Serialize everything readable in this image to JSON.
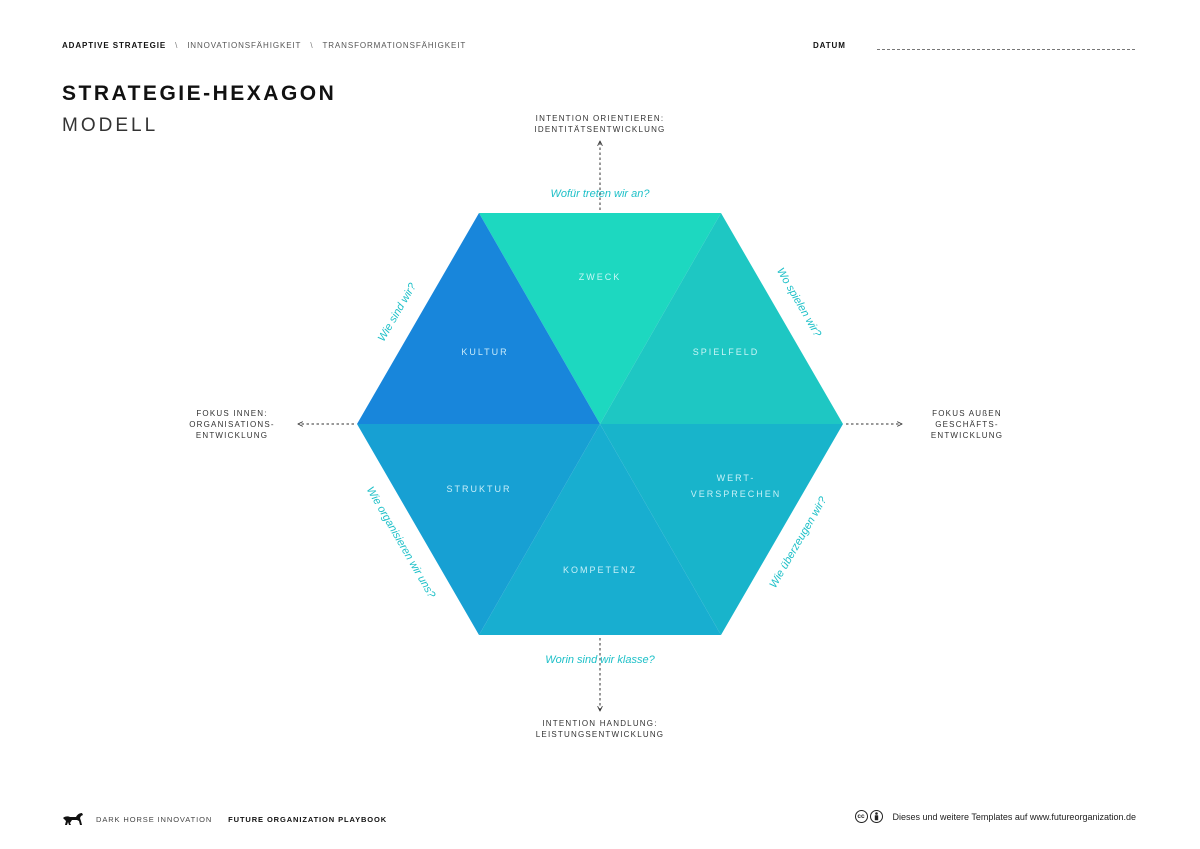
{
  "header": {
    "breadcrumb": [
      "ADAPTIVE STRATEGIE",
      "INNOVATIONSFÄHIGKEIT",
      "TRANSFORMATIONSFÄHIGKEIT"
    ],
    "separator": "\\",
    "date_label": "DATUM"
  },
  "title": "STRATEGIE-HEXAGON",
  "subtitle": "MODELL",
  "hexagon": {
    "segments": [
      {
        "key": "zweck",
        "label": "ZWECK",
        "color": "#1dd8c0"
      },
      {
        "key": "spielfeld",
        "label": "SPIELFELD",
        "color": "#1ec7c3"
      },
      {
        "key": "wertversprechen",
        "label_lines": [
          "WERT-",
          "VERSPRECHEN"
        ],
        "color": "#18b4cb"
      },
      {
        "key": "kompetenz",
        "label": "KOMPETENZ",
        "color": "#18aed0"
      },
      {
        "key": "struktur",
        "label": "STRUKTUR",
        "color": "#17a0d3"
      },
      {
        "key": "kultur",
        "label": "KULTUR",
        "color": "#1886db"
      }
    ],
    "questions": {
      "top": "Wofür treten wir an?",
      "upper_right": "Wo spielen wir?",
      "lower_right": "Wie überzeugen wir?",
      "bottom": "Worin sind wir klasse?",
      "lower_left": "Wie organisieren wir uns?",
      "upper_left": "Wie sind wir?"
    },
    "question_color": "#1ec0c8"
  },
  "axes": {
    "top": [
      "INTENTION ORIENTIEREN:",
      "IDENTITÄTSENTWICKLUNG"
    ],
    "bottom": [
      "INTENTION HANDLUNG:",
      "LEISTUNGSENTWICKLUNG"
    ],
    "left": [
      "FOKUS INNEN:",
      "ORGANISATIONS-",
      "ENTWICKLUNG"
    ],
    "right": [
      "FOKUS AUßEN",
      "GESCHÄFTS-",
      "ENTWICKLUNG"
    ]
  },
  "footer": {
    "brand": "DARK HORSE INNOVATION",
    "playbook": "FUTURE ORGANIZATION PLAYBOOK",
    "license_icons": [
      "cc-icon",
      "by-icon"
    ],
    "credit": "Dieses und weitere Templates auf www.futureorganization.de"
  }
}
